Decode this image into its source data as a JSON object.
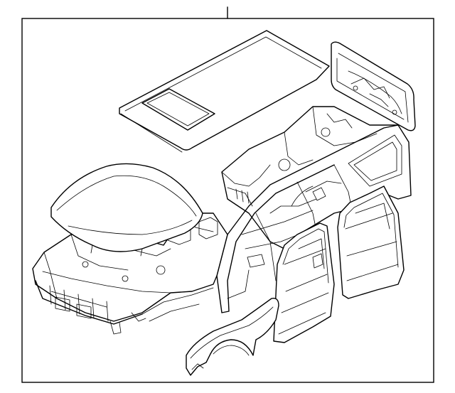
{
  "diagram": {
    "parts": [
      {
        "name": "roof-panel"
      },
      {
        "name": "hood"
      },
      {
        "name": "liftgate"
      },
      {
        "name": "body-shell"
      },
      {
        "name": "front-door"
      },
      {
        "name": "rear-door"
      },
      {
        "name": "front-fender"
      }
    ]
  }
}
